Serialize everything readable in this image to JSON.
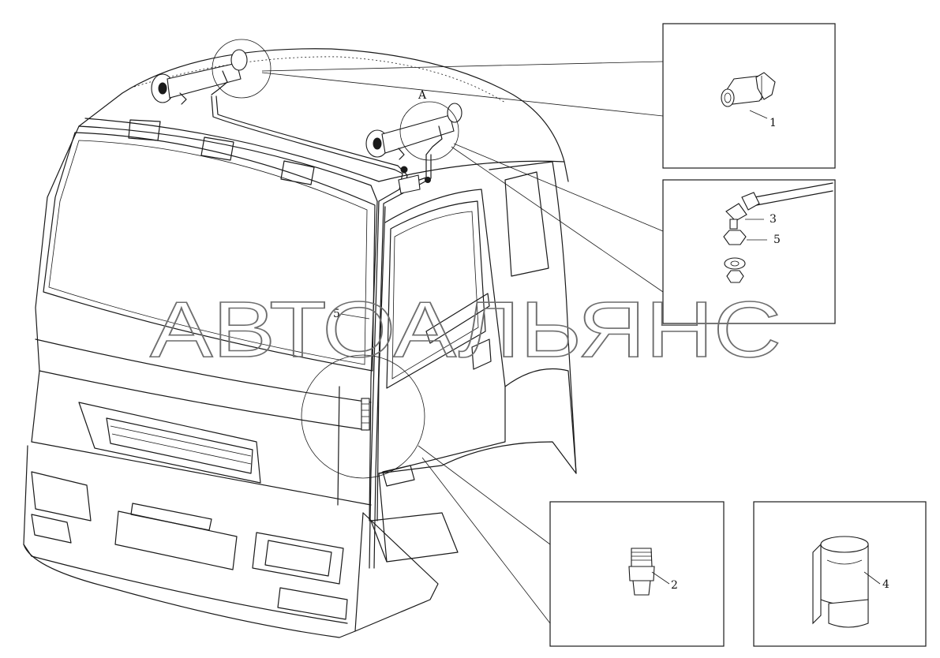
{
  "watermark": "АВТОАЛЬЯНС",
  "view_labels": {
    "detail_a": "A"
  },
  "callouts": [
    {
      "id": "1",
      "text": "1"
    },
    {
      "id": "2",
      "text": "2"
    },
    {
      "id": "3",
      "text": "3"
    },
    {
      "id": "4",
      "text": "4"
    },
    {
      "id": "5a",
      "text": "5"
    },
    {
      "id": "5b",
      "text": "5"
    }
  ]
}
